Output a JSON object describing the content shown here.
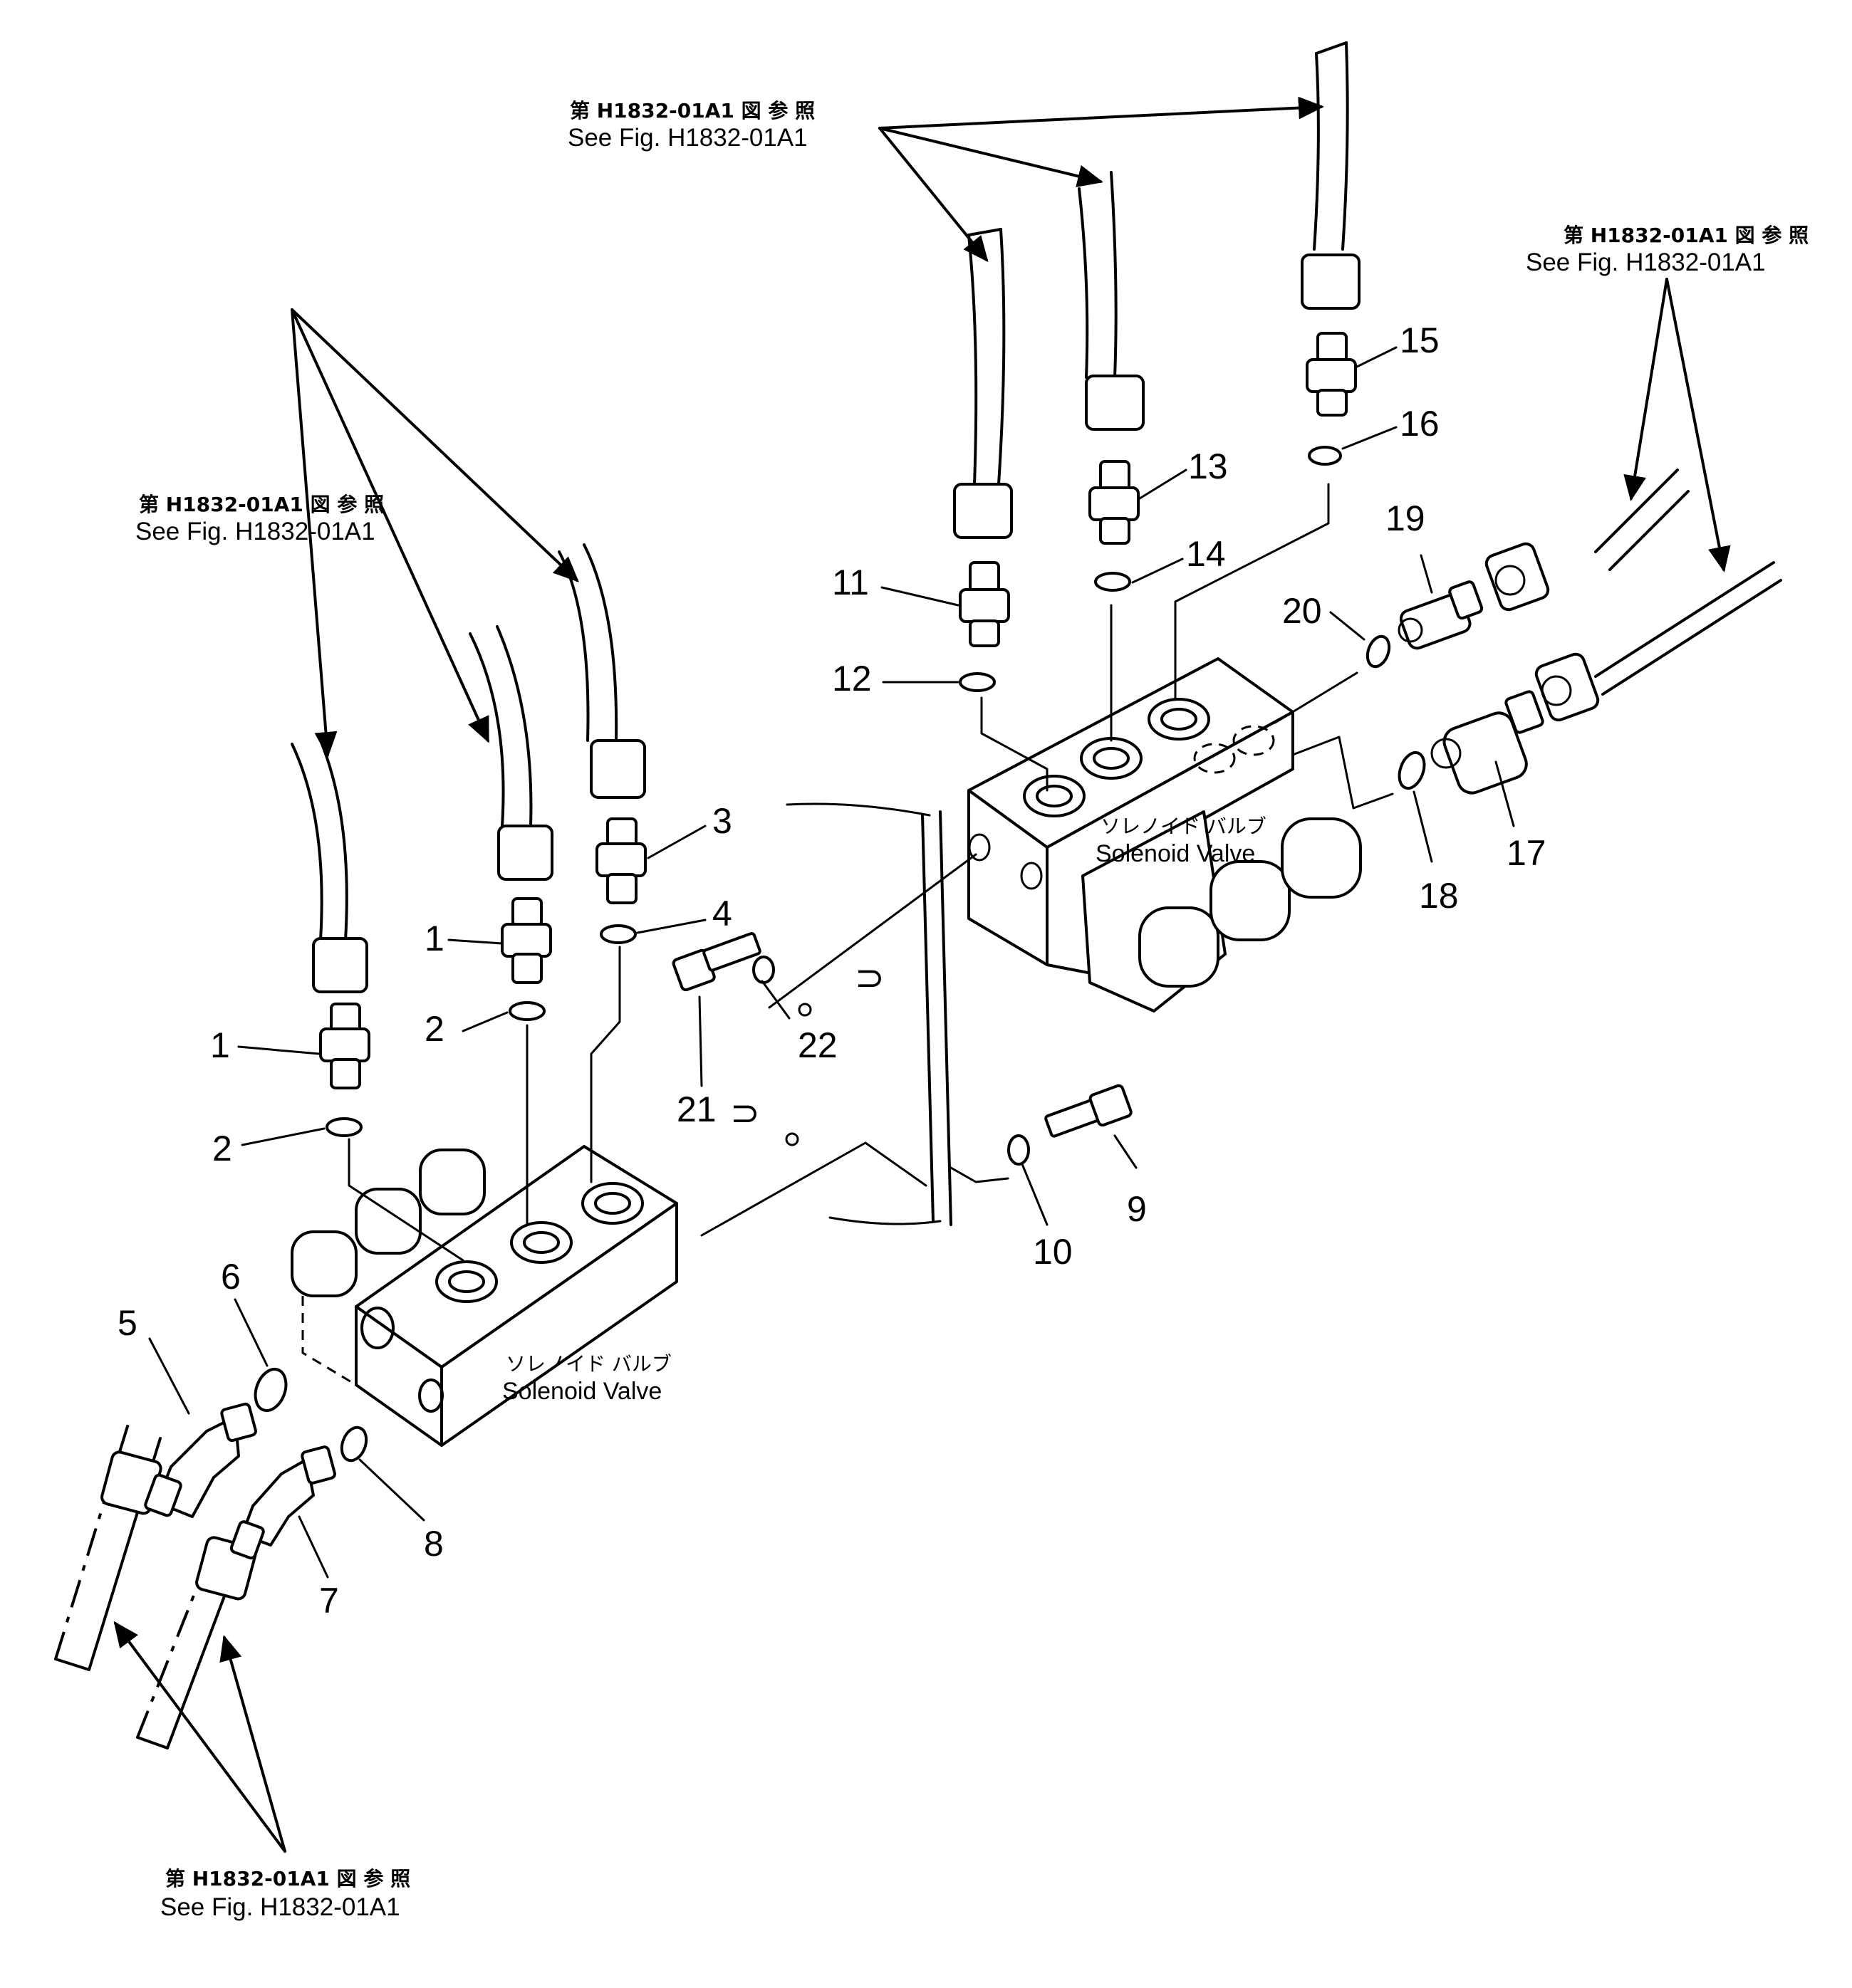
{
  "references": [
    {
      "jp": "第 H1832-01A1 図 参 照",
      "en": "See Fig. H1832-01A1"
    },
    {
      "jp": "第 H1832-01A1 図 参 照",
      "en": "See Fig. H1832-01A1"
    },
    {
      "jp": "第 H1832-01A1 図 参 照",
      "en": "See Fig. H1832-01A1"
    },
    {
      "jp": "第 H1832-01A1 図 参 照",
      "en": "See Fig. H1832-01A1"
    }
  ],
  "valves": [
    {
      "jp": "ソレノイド バルブ",
      "en": "Solenoid Valve"
    },
    {
      "jp": "ソレノイド バルブ",
      "en": "Solenoid Valve"
    }
  ],
  "callouts": [
    "1",
    "1",
    "2",
    "2",
    "3",
    "4",
    "5",
    "6",
    "7",
    "8",
    "9",
    "10",
    "11",
    "12",
    "13",
    "14",
    "15",
    "16",
    "17",
    "18",
    "19",
    "20",
    "21",
    "22"
  ]
}
